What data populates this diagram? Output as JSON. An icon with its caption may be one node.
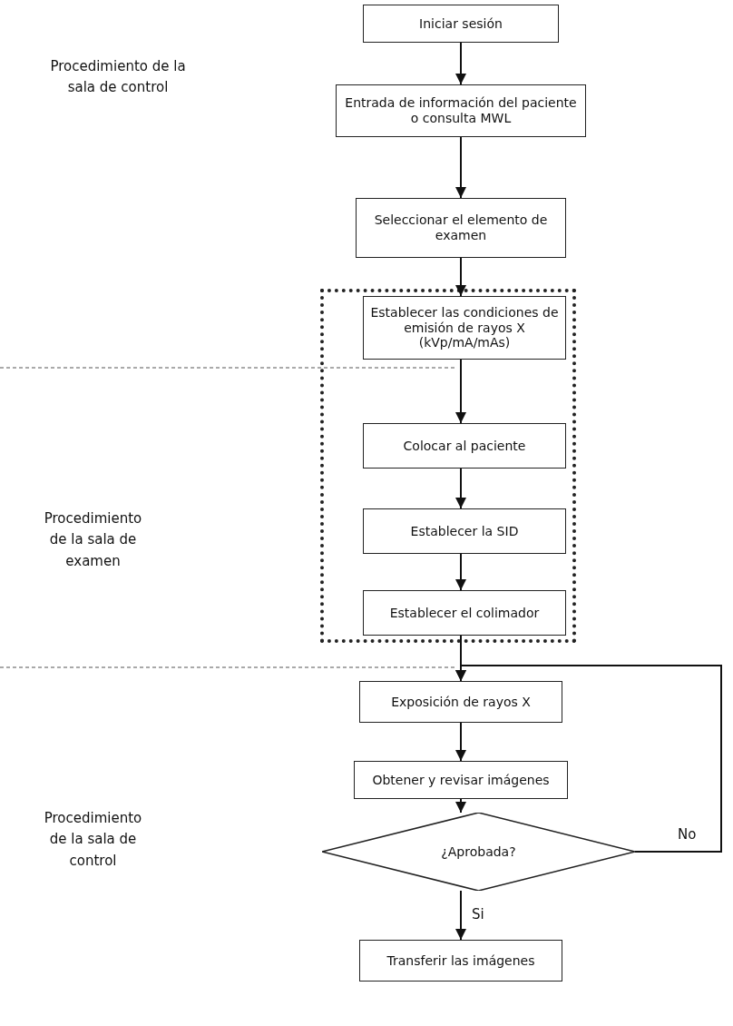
{
  "diagram": {
    "nodes": [
      {
        "text": [
          "Iniciar sesión"
        ]
      },
      {
        "text": [
          "Entrada de información del paciente o consulta MWL"
        ]
      },
      {
        "text": [
          "Seleccionar el elemento de examen"
        ]
      },
      {
        "text": [],
        "shape": "box"
      },
      {
        "text": [
          "Establecer las condiciones de emisión de rayos X (kVp/mA/mAs)"
        ],
        "in": 3
      },
      {
        "text": [
          "Colocar al paciente"
        ],
        "in": 3
      },
      {
        "text": [
          "Establecer la SID"
        ],
        "in": 3
      },
      {
        "text": [
          "Establecer el colimador"
        ],
        "in": 3
      },
      {
        "text": [
          "Exposición de rayos X"
        ]
      },
      {
        "text": [
          "Obtener y revisar imágenes"
        ]
      },
      {
        "text": [
          "¿Aprobada?"
        ]
      },
      {
        "text": [
          "Transferir las imágenes"
        ]
      }
    ],
    "edges": [
      {
        "from": 0,
        "to": 1,
        "arrow": "to"
      },
      {
        "from": 1,
        "to": 2,
        "arrow": "to"
      },
      {
        "from": 2,
        "to": 4,
        "arrow": "to"
      },
      {
        "from": 4,
        "to": 5,
        "arrow": "to"
      },
      {
        "from": 5,
        "to": 6,
        "arrow": "to"
      },
      {
        "from": 6,
        "to": 7,
        "arrow": "to"
      },
      {
        "from": 7,
        "to": 8,
        "arrow": "to"
      },
      {
        "from": 8,
        "to": 9,
        "arrow": "to"
      },
      {
        "from": 9,
        "to": 10,
        "arrow": "to"
      },
      {
        "from": 10,
        "to": 11,
        "arrow": "to",
        "label": "Si"
      },
      {
        "from": 10,
        "to": 8,
        "arrow": "to",
        "label": "No"
      }
    ],
    "labels": [
      "Procedimiento de la sala de control",
      "Procedimiento de la sala de examen",
      "Procedimiento de la sala de control"
    ]
  }
}
